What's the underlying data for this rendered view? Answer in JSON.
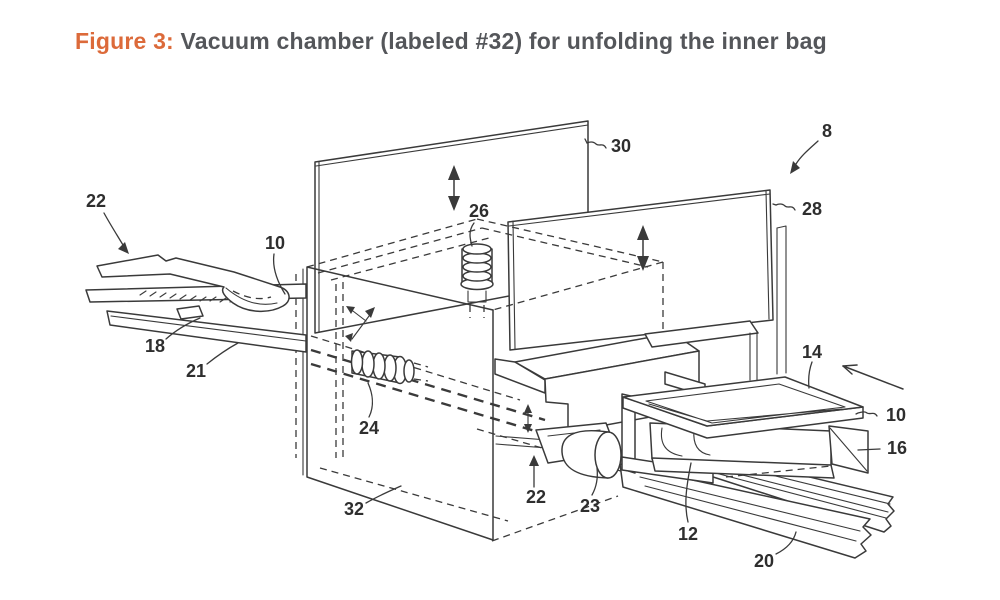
{
  "caption": {
    "prefix": "Figure 3:",
    "text": " Vacuum chamber (labeled #32) for unfolding the inner bag"
  },
  "colors": {
    "accent_orange": "#DC6A3A",
    "caption_gray": "#54565A",
    "line_art": "#3A3A3A",
    "background": "#FFFFFF"
  },
  "figure": {
    "kind": "patent-line-drawing",
    "subject": "vacuum chamber apparatus with movable barrier plates, conveyor rails and tray",
    "labels": [
      {
        "id": "ref-22-left",
        "text": "22"
      },
      {
        "id": "ref-10-left",
        "text": "10"
      },
      {
        "id": "ref-26",
        "text": "26"
      },
      {
        "id": "ref-30",
        "text": "30"
      },
      {
        "id": "ref-8",
        "text": "8"
      },
      {
        "id": "ref-28",
        "text": "28"
      },
      {
        "id": "ref-18",
        "text": "18"
      },
      {
        "id": "ref-21",
        "text": "21"
      },
      {
        "id": "ref-24",
        "text": "24"
      },
      {
        "id": "ref-32",
        "text": "32"
      },
      {
        "id": "ref-22-bottom",
        "text": "22"
      },
      {
        "id": "ref-23",
        "text": "23"
      },
      {
        "id": "ref-14",
        "text": "14"
      },
      {
        "id": "ref-10-right",
        "text": "10"
      },
      {
        "id": "ref-16",
        "text": "16"
      },
      {
        "id": "ref-12",
        "text": "12"
      },
      {
        "id": "ref-20",
        "text": "20"
      }
    ]
  }
}
